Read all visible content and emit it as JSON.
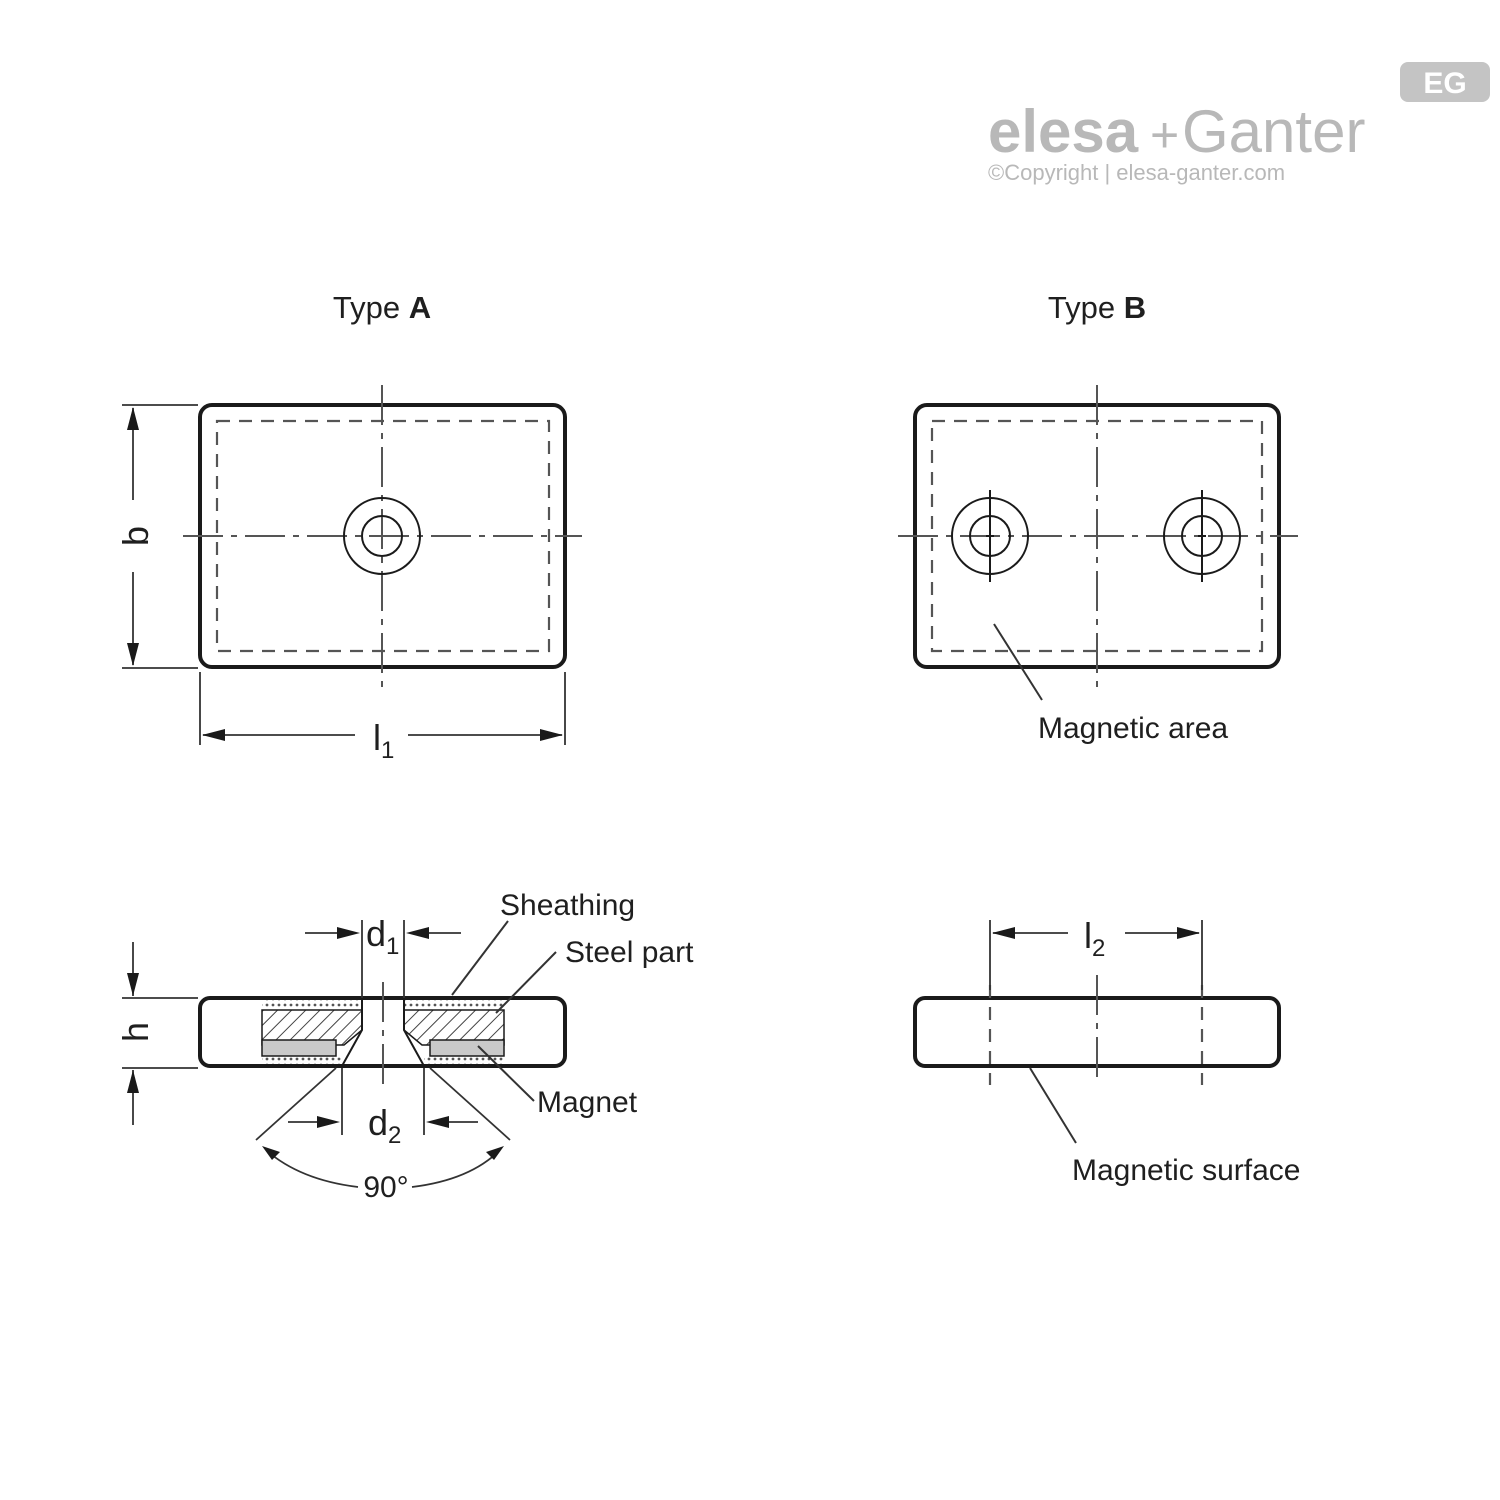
{
  "brand": {
    "logo_word_1": "elesa",
    "logo_plus": "+",
    "logo_word_2": "Ganter",
    "copyright": "©Copyright | elesa-ganter.com",
    "badge": "EG"
  },
  "type_a": {
    "title_prefix": "Type ",
    "title_letter": "A",
    "dim_b": "b",
    "dim_l": "l",
    "dim_l_sub": "1"
  },
  "type_b": {
    "title_prefix": "Type ",
    "title_letter": "B",
    "magnetic_area": "Magnetic area"
  },
  "section": {
    "dim_d1": "d",
    "dim_d1_sub": "1",
    "dim_d2": "d",
    "dim_d2_sub": "2",
    "dim_h": "h",
    "angle": "90°",
    "sheathing": "Sheathing",
    "steel_part": "Steel part",
    "magnet": "Magnet"
  },
  "side_b": {
    "dim_l": "l",
    "dim_l_sub": "2",
    "magnetic_surface": "Magnetic surface"
  }
}
